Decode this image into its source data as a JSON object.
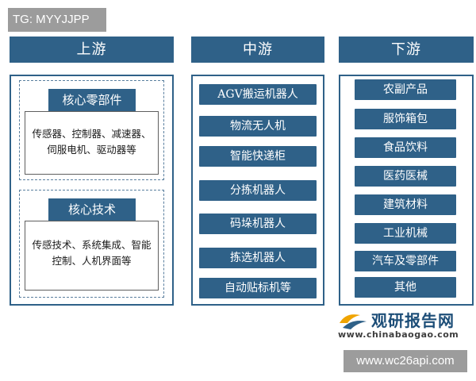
{
  "overlays": {
    "top_left_tag": "TG: MYYJJPP",
    "bottom_right_tag": "www.wc26api.com"
  },
  "columns": {
    "upstream": {
      "title": "上游",
      "groups": [
        {
          "title": "核心零部件",
          "body": "传感器、控制器、减速器、伺服电机、驱动器等"
        },
        {
          "title": "核心技术",
          "body": "传感技术、系统集成、智能控制、人机界面等"
        }
      ]
    },
    "midstream": {
      "title": "中游",
      "items": [
        "AGV搬运机器人",
        "物流无人机",
        "智能快递柜",
        "分拣机器人",
        "码垛机器人",
        "拣选机器人",
        "自动贴标机等"
      ]
    },
    "downstream": {
      "title": "下游",
      "items": [
        "农副产品",
        "服饰箱包",
        "食品饮料",
        "医药医械",
        "建筑材料",
        "工业机械",
        "汽车及零部件",
        "其他"
      ]
    }
  },
  "watermark": {
    "brand": "观研报告网",
    "url": "www.chinabaogao.com"
  },
  "colors": {
    "accent": "#2f6188",
    "tag_gray": "#9c9c9c"
  }
}
